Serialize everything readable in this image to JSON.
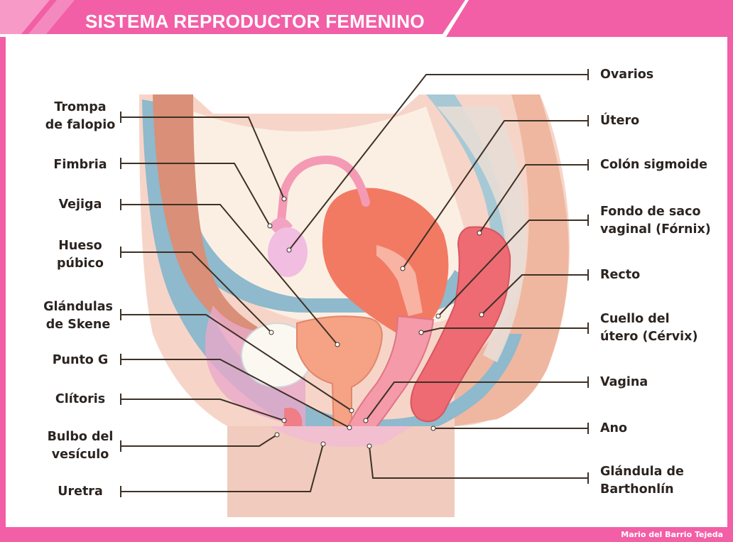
{
  "title": "SISTEMA REPRODUCTOR FEMENINO",
  "labels_left": [
    {
      "line1": "Trompa",
      "line2": "de falopio"
    },
    {
      "line1": "Fimbria"
    },
    {
      "line1": "Vejiga"
    },
    {
      "line1": "Hueso",
      "line2": "púbico"
    },
    {
      "line1": "Glándulas",
      "line2": "de Skene"
    },
    {
      "line1": "Punto G"
    },
    {
      "line1": "Clítoris"
    },
    {
      "line1": "Bulbo del",
      "line2": "vesículo"
    },
    {
      "line1": "Uretra"
    }
  ],
  "labels_right": [
    {
      "line1": "Ovarios"
    },
    {
      "line1": "Útero"
    },
    {
      "line1": "Colón sigmoide"
    },
    {
      "line1": "Fondo de saco",
      "line2": "vaginal (Fórnix)"
    },
    {
      "line1": "Recto"
    },
    {
      "line1": "Cuello del",
      "line2": "útero (Cérvix)"
    },
    {
      "line1": "Vagina"
    },
    {
      "line1": "Ano"
    },
    {
      "line1": "Glándula de",
      "line2": "Barthonlín"
    }
  ],
  "credit": "Mario del Barrio Tejeda",
  "colors": {
    "frame": "#f25fa6",
    "uterus": "#f27a63",
    "bladder": "#f5a285",
    "rectum": "#ee6b74",
    "ovary": "#f1bde1",
    "pelvic_floor": "#8fb9cc"
  }
}
